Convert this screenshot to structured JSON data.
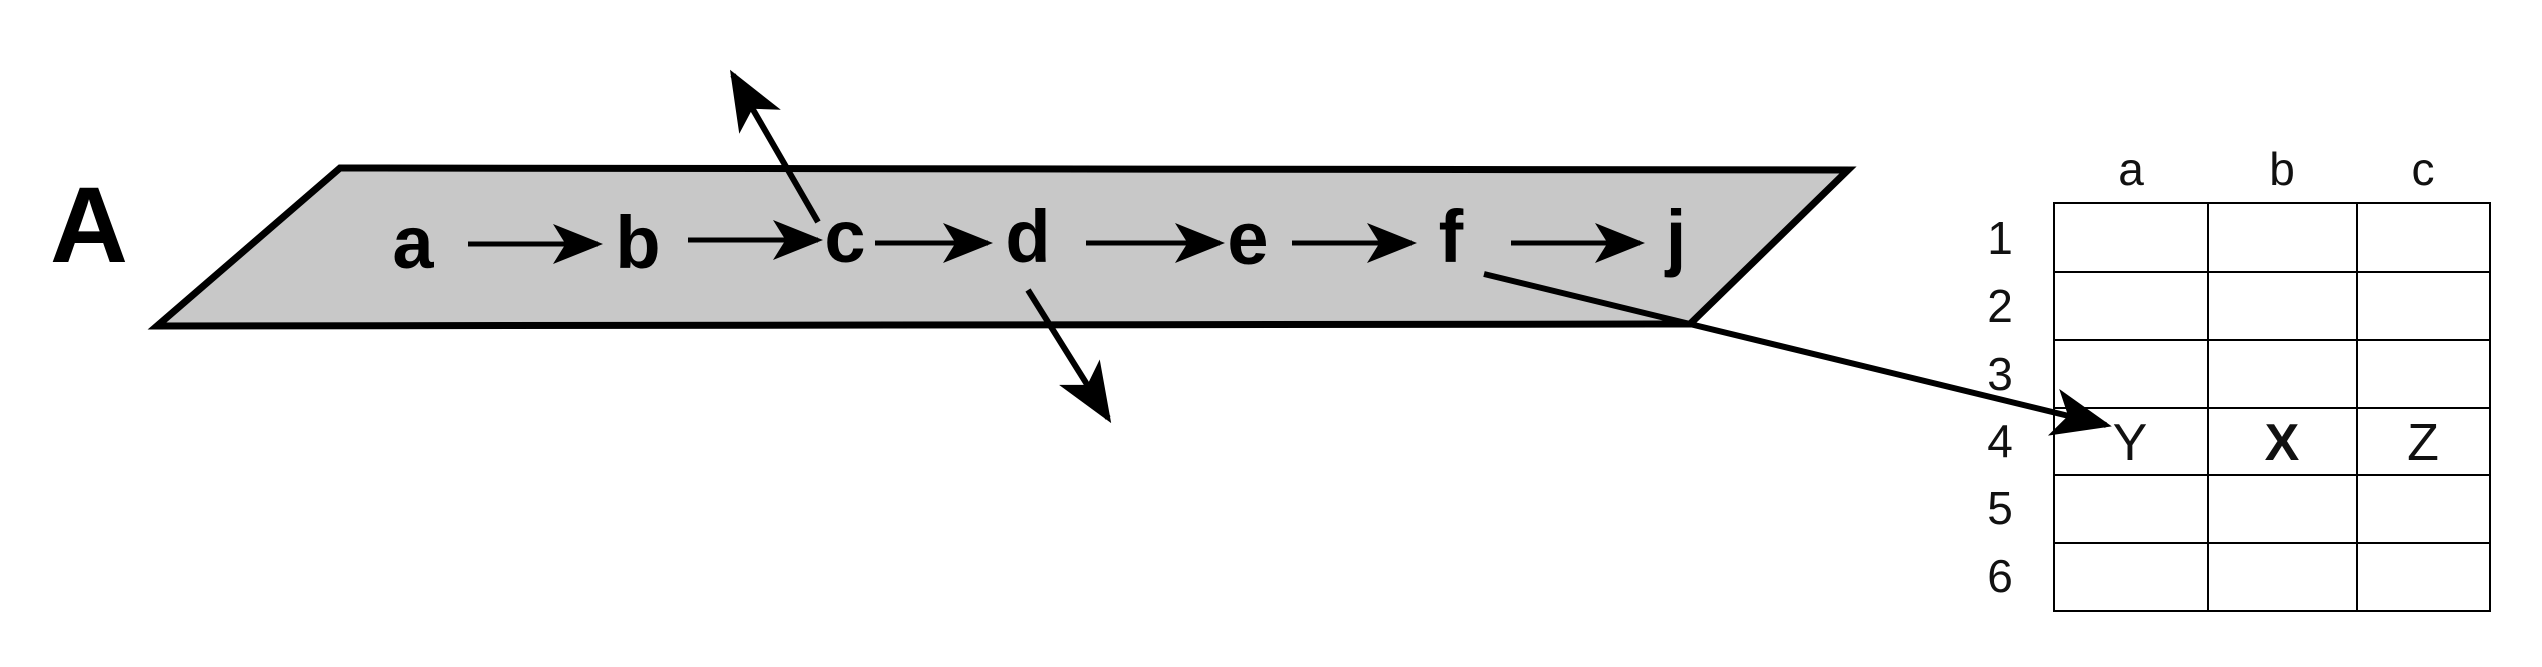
{
  "panel": {
    "label": "A"
  },
  "pathway": {
    "nodes": [
      "a",
      "b",
      "c",
      "d",
      "e",
      "f",
      "j"
    ]
  },
  "grid": {
    "column_headers": [
      "a",
      "b",
      "c"
    ],
    "row_headers": [
      "1",
      "2",
      "3",
      "4",
      "5",
      "6"
    ],
    "highlighted_row": "4",
    "row4_cells": [
      "Y",
      "X",
      "Z"
    ]
  },
  "colors": {
    "plane_fill": "#c8c8c8",
    "stroke": "#000000"
  }
}
